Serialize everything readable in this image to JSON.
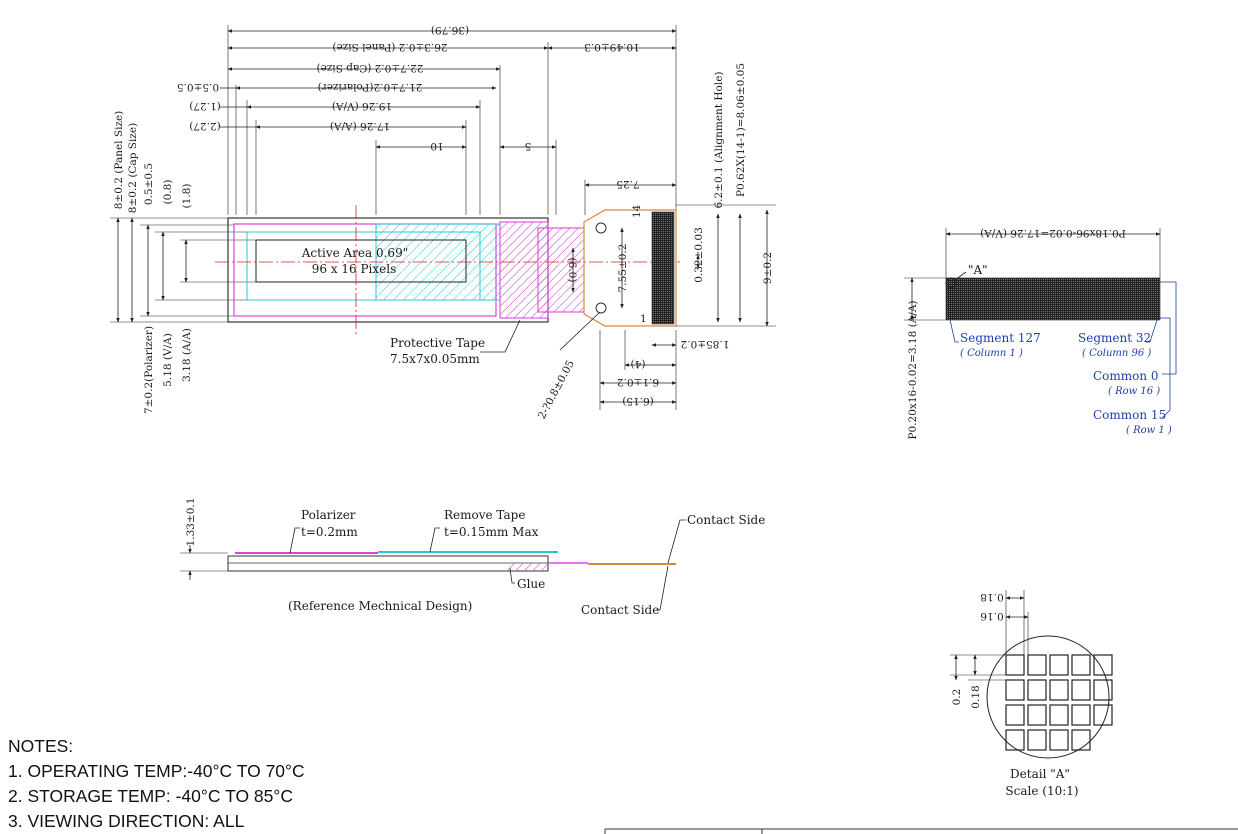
{
  "front_view": {
    "dims_top": {
      "overall": "(36.79)",
      "panel_size": "26.3±0.2 (Panel Size)",
      "right_offset": "10.49±0.3",
      "cap_size": "22.7±0.2 (Cap Size)",
      "polarizer": "21.7±0.2(Polarizer)",
      "polarizer_offset": "0.5±0.5",
      "va": "19.26 (V/A)",
      "va_offset": "(1.27)",
      "aa": "17.26 (A/A)",
      "aa_offset": "(2.27)",
      "ten": "10",
      "five": "5"
    },
    "dims_left": {
      "panel_size": "8±0.2 (Panel Size)",
      "cap_size": "8±0.2 (Cap Size)",
      "offset": "0.5±0.5",
      "o08": "(0.8)",
      "o18": "(1.8)",
      "polarizer": "7±0.2(Polarizer)",
      "va": "5.18 (V/A)",
      "aa": "3.18 (A/A)"
    },
    "active_area_title": "Active Area 0.69\"",
    "active_area_pixels": "96 x 16 Pixels",
    "protective_tape_title": "Protective Tape",
    "protective_tape_size": "7.5x7x0.05mm",
    "hole_callout": "2-?0.8±0.05",
    "fpc": {
      "width": "7.25",
      "alignment_hole": "6.2±0.1 (Alignment Hole)",
      "pitch": "P0.62X(14-1)=8.06±0.05",
      "height": "9±0.2",
      "hole_spacing": "7.55±0.2",
      "inner": "(6.0)",
      "offset": "0.32±0.03",
      "bottom": "1.85±0.2",
      "four": "(4)",
      "six_one": "6.1±0.2",
      "six_fifteen": "(6.15)",
      "pin_first": "14",
      "pin_last": "1"
    }
  },
  "side_view": {
    "thickness": "1.33±0.1",
    "polarizer": "Polarizer",
    "polarizer_t": "t=0.2mm",
    "remove_tape": "Remove Tape",
    "remove_tape_t": "t=0.15mm Max",
    "glue": "Glue",
    "contact_side_top": "Contact Side",
    "contact_side_bottom": "Contact Side",
    "caption": "(Reference Mechnical Design)"
  },
  "pixel_matrix": {
    "col_pitch": "P0.18x96-0.02=17.26 (V/A)",
    "row_pitch": "P0.20x16-0.02=3.18 (A/A)",
    "detail_marker": "\"A\"",
    "segment_127": "Segment 127",
    "column_1": "( Column 1 )",
    "segment_32": "Segment 32",
    "column_96": "( Column 96 )",
    "common_0": "Common 0",
    "row_16": "( Row 16 )",
    "common_15": "Common 15",
    "row_1": "( Row 1 )"
  },
  "detail": {
    "dim_018": "0.18",
    "dim_016": "0.16",
    "dim_02": "0.2",
    "dim_018_v": "0.18",
    "title": "Detail \"A\"",
    "scale": "Scale (10:1)"
  },
  "notes": {
    "heading": "NOTES:",
    "items": [
      "1. OPERATING TEMP:-40°C TO 70°C",
      "2. STORAGE TEMP: -40°C TO 85°C",
      "3. VIEWING DIRECTION: ALL"
    ]
  },
  "colors": {
    "polarizer": "#e040e0",
    "hatch_cyan": "#27c7d6",
    "hatch_magenta": "#d23bd2",
    "centerline": "#d82020",
    "fpc": "#d9863a",
    "annotation_blue": "#1f3fae"
  }
}
